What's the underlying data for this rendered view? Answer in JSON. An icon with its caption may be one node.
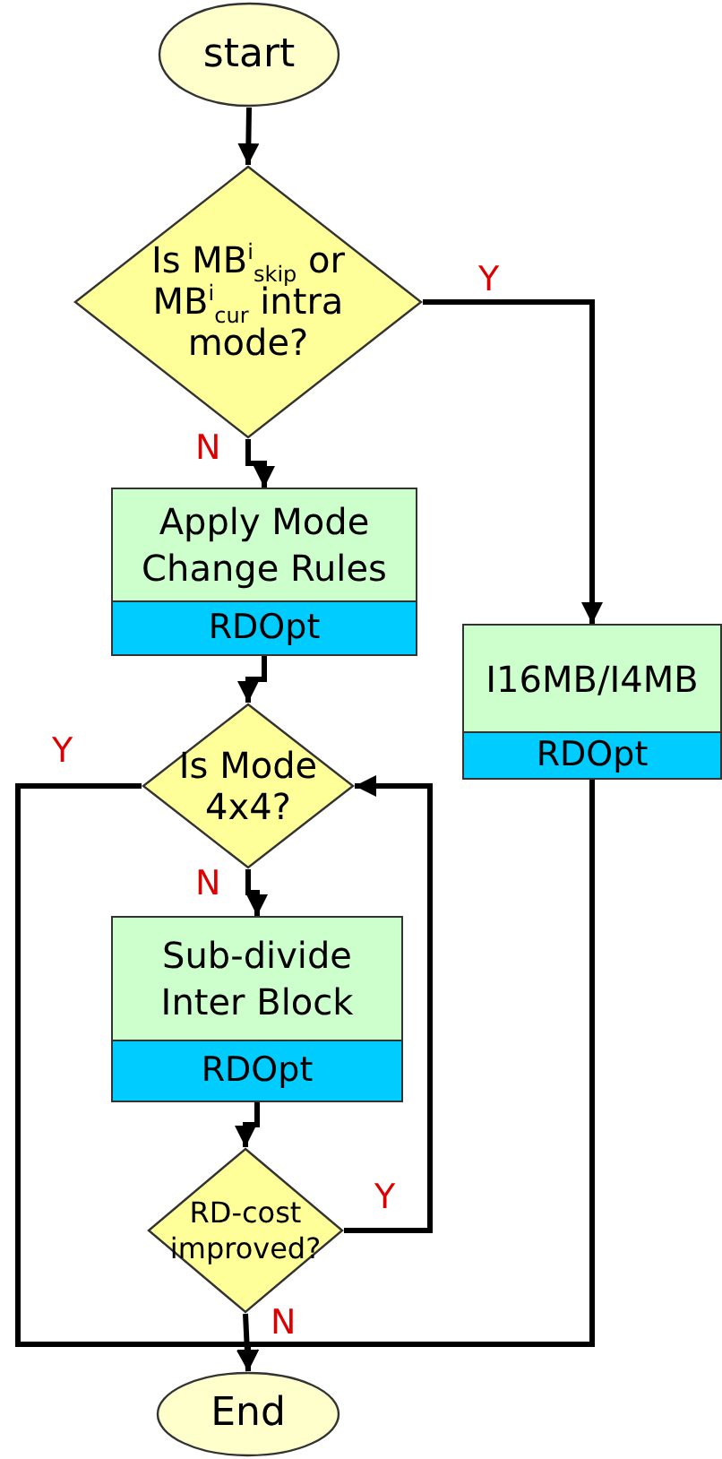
{
  "diagram": {
    "nodes": [
      {
        "text": [
          "start"
        ]
      },
      {
        "text": [
          "Is MB$^{i}$$_{skip}$ or MB$^{i}$$_{cur}$ intra mode?"
        ]
      },
      {
        "text": [
          "Apply Mode Change Rules",
          "RDOpt"
        ]
      },
      {
        "text": [
          "I16MB/I4MB",
          "RDOpt"
        ]
      },
      {
        "text": [
          "Is Mode 4x4?"
        ]
      },
      {
        "text": [
          "Sub-divide Inter Block",
          "RDOpt"
        ]
      },
      {
        "text": [
          "RD-cost improved?"
        ]
      },
      {
        "text": [
          "End"
        ]
      }
    ],
    "edges": [
      {
        "from": 0,
        "to": 1,
        "arrow": "to"
      },
      {
        "from": 1,
        "to": 2,
        "arrow": "to",
        "label": "N"
      },
      {
        "from": 1,
        "to": 3,
        "arrow": "to",
        "label": "Y"
      },
      {
        "from": 2,
        "to": 4,
        "arrow": "to"
      },
      {
        "from": 4,
        "to": 5,
        "arrow": "to",
        "label": "N"
      },
      {
        "from": 5,
        "to": 6,
        "arrow": "to"
      },
      {
        "from": 6,
        "to": 4,
        "arrow": "to",
        "label": "Y"
      },
      {
        "from": 4,
        "to": 7,
        "arrow": "to",
        "label": "Y"
      },
      {
        "from": 6,
        "to": 7,
        "arrow": "to",
        "label": "N"
      },
      {
        "from": 3,
        "to": 7,
        "arrow": "to"
      }
    ]
  }
}
